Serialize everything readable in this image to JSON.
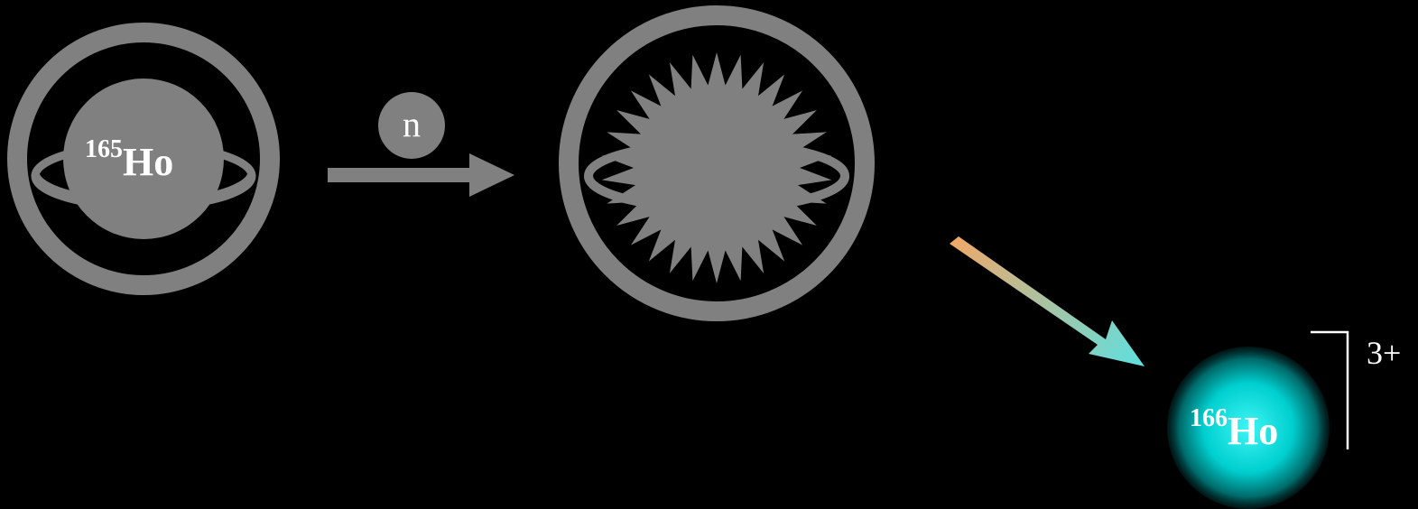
{
  "reactant": {
    "mass_number": "165",
    "element": "Ho"
  },
  "particle": {
    "symbol": "n"
  },
  "product": {
    "mass_number": "166",
    "element": "Ho"
  },
  "charge": {
    "text": "3+"
  },
  "colors": {
    "background": "#000000",
    "atom_gray": "#808080",
    "ion_cyan": "#00e5e5",
    "decay_arrow_start": "#f0a868",
    "decay_arrow_end": "#5ee0e0",
    "text": "#ffffff"
  }
}
